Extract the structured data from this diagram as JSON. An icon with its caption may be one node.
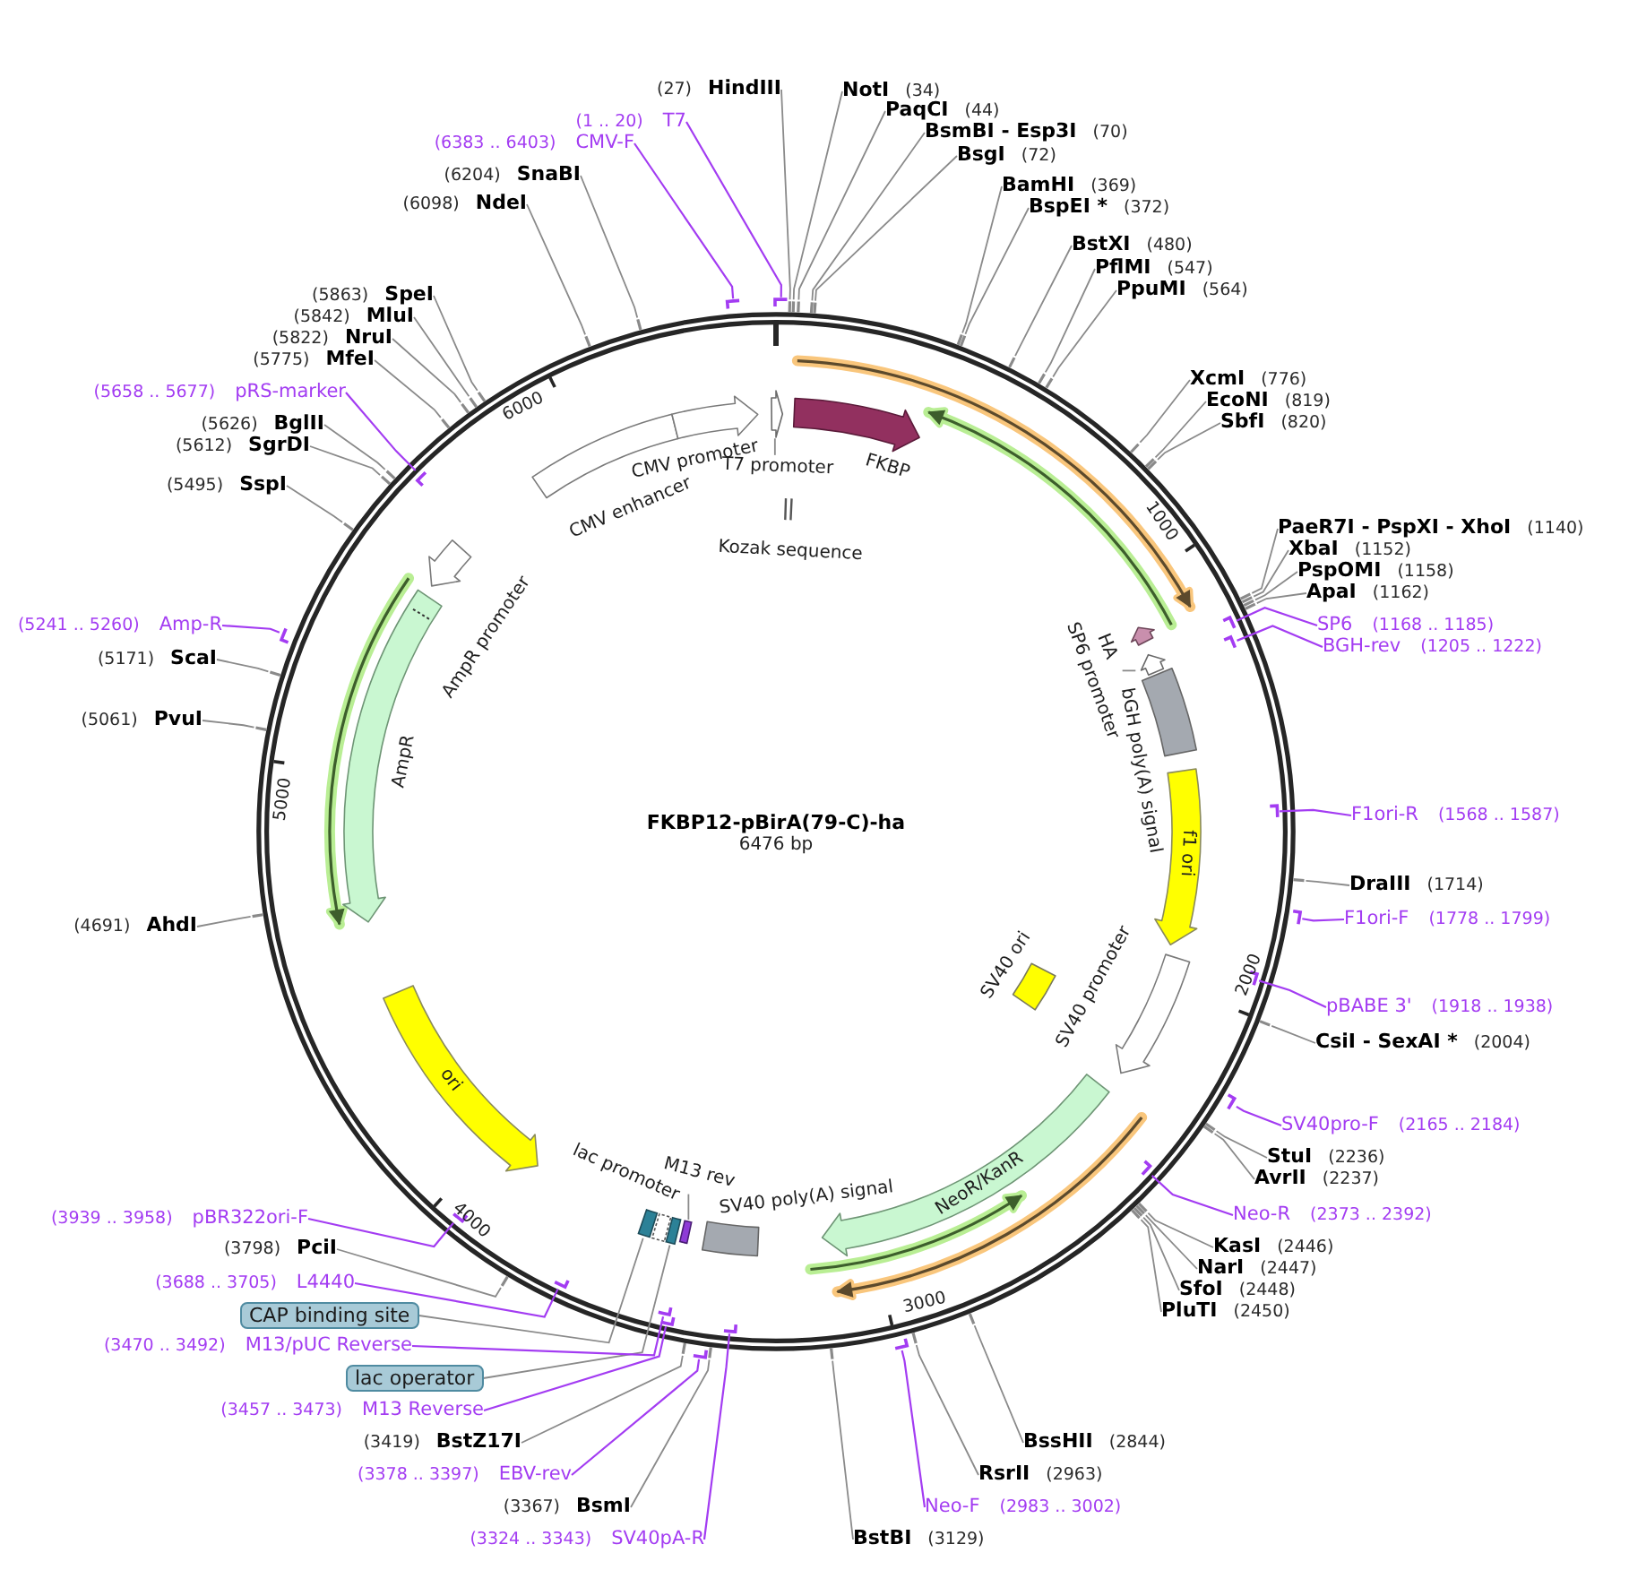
{
  "diagram": {
    "title": "FKBP12-pBirA(79-C)-ha",
    "nodes": [
      {
        "text": [
          "(27)",
          "HindIII"
        ]
      },
      {
        "text": [],
        "shape": "tick"
      },
      {
        "text": [
          "NotI",
          "(34)"
        ]
      },
      {
        "text": [],
        "shape": "tick"
      },
      {
        "text": [
          "PaqCI",
          "(44)"
        ]
      },
      {
        "text": [],
        "shape": "tick"
      },
      {
        "text": [
          "BsmBI - Esp3I",
          "(70)"
        ]
      },
      {
        "text": [],
        "shape": "tick"
      },
      {
        "text": [
          "BsgI",
          "(72)"
        ]
      },
      {
        "text": [],
        "shape": "tick"
      },
      {
        "text": [
          "BamHI",
          "(369)"
        ]
      },
      {
        "text": [],
        "shape": "tick"
      },
      {
        "text": [
          "BspEI *",
          "(372)"
        ]
      },
      {
        "text": [],
        "shape": "tick"
      },
      {
        "text": [
          "BstXI",
          "(480)"
        ]
      },
      {
        "text": [],
        "shape": "tick"
      },
      {
        "text": [
          "PflMI",
          "(547)"
        ]
      },
      {
        "text": [],
        "shape": "tick"
      },
      {
        "text": [
          "PpuMI",
          "(564)"
        ]
      },
      {
        "text": [],
        "shape": "tick"
      },
      {
        "text": [
          "XcmI",
          "(776)"
        ]
      },
      {
        "text": [],
        "shape": "tick"
      },
      {
        "text": [
          "EcoNI",
          "(819)"
        ]
      },
      {
        "text": [],
        "shape": "tick"
      },
      {
        "text": [
          "SbfI",
          "(820)"
        ]
      },
      {
        "text": [],
        "shape": "tick"
      },
      {
        "text": [
          "PaeR7I - PspXI - XhoI",
          "(1140)"
        ]
      },
      {
        "text": [],
        "shape": "tick"
      },
      {
        "text": [
          "XbaI",
          "(1152)"
        ]
      },
      {
        "text": [],
        "shape": "tick"
      },
      {
        "text": [
          "PspOMI",
          "(1158)"
        ]
      },
      {
        "text": [],
        "shape": "tick"
      },
      {
        "text": [
          "ApaI",
          "(1162)"
        ]
      },
      {
        "text": [],
        "shape": "tick"
      },
      {
        "text": [
          "SP6",
          "(1168 .. 1185)"
        ]
      },
      {
        "text": [],
        "shape": "bar"
      },
      {
        "text": [
          "BGH-rev",
          "(1205 .. 1222)"
        ]
      },
      {
        "text": [],
        "shape": "bar"
      },
      {
        "text": [
          "F1ori-R",
          "(1568 .. 1587)"
        ]
      },
      {
        "text": [],
        "shape": "bar"
      },
      {
        "text": [
          "DraIII",
          "(1714)"
        ]
      },
      {
        "text": [],
        "shape": "tick"
      },
      {
        "text": [
          "F1ori-F",
          "(1778 .. 1799)"
        ]
      },
      {
        "text": [],
        "shape": "bar"
      },
      {
        "text": [
          "pBABE 3'",
          "(1918 .. 1938)"
        ]
      },
      {
        "text": [],
        "shape": "bar"
      },
      {
        "text": [
          "CsiI - SexAI *",
          "(2004)"
        ]
      },
      {
        "text": [],
        "shape": "tick"
      },
      {
        "text": [
          "SV40pro-F",
          "(2165 .. 2184)"
        ]
      },
      {
        "text": [],
        "shape": "bar"
      },
      {
        "text": [
          "StuI",
          "(2236)"
        ]
      },
      {
        "text": [],
        "shape": "tick"
      },
      {
        "text": [
          "AvrII",
          "(2237)"
        ]
      },
      {
        "text": [],
        "shape": "tick"
      },
      {
        "text": [
          "Neo-R",
          "(2373 .. 2392)"
        ]
      },
      {
        "text": [],
        "shape": "bar"
      },
      {
        "text": [
          "KasI",
          "(2446)"
        ]
      },
      {
        "text": [],
        "shape": "tick"
      },
      {
        "text": [
          "NarI",
          "(2447)"
        ]
      },
      {
        "text": [],
        "shape": "tick"
      },
      {
        "text": [
          "SfoI",
          "(2448)"
        ]
      },
      {
        "text": [],
        "shape": "tick"
      },
      {
        "text": [
          "PluTI",
          "(2450)"
        ]
      },
      {
        "text": [],
        "shape": "tick"
      },
      {
        "text": [
          "BssHII",
          "(2844)"
        ]
      },
      {
        "text": [],
        "shape": "tick"
      },
      {
        "text": [
          "RsrII",
          "(2963)"
        ]
      },
      {
        "text": [],
        "shape": "tick"
      },
      {
        "text": [
          "Neo-F",
          "(2983 .. 3002)"
        ]
      },
      {
        "text": [],
        "shape": "bar"
      },
      {
        "text": [
          "BstBI",
          "(3129)"
        ]
      },
      {
        "text": [],
        "shape": "tick"
      },
      {
        "text": [
          "(3324 .. 3343)",
          "SV40pA-R"
        ]
      },
      {
        "text": [],
        "shape": "bar"
      },
      {
        "text": [
          "(3367)",
          "BsmI"
        ]
      },
      {
        "text": [],
        "shape": "tick"
      },
      {
        "text": [
          "(3378 .. 3397)",
          "EBV-rev"
        ]
      },
      {
        "text": [],
        "shape": "bar"
      },
      {
        "text": [
          "(3419)",
          "BstZ17I"
        ]
      },
      {
        "text": [],
        "shape": "tick"
      },
      {
        "text": [
          "(3457 .. 3473)",
          "M13 Reverse"
        ]
      },
      {
        "text": [],
        "shape": "bar"
      },
      {
        "text": [
          "lac operator"
        ]
      },
      {
        "text": [
          "(3470 .. 3492)",
          "M13/pUC Reverse"
        ]
      },
      {
        "text": [],
        "shape": "bar"
      },
      {
        "text": [
          "CAP binding site"
        ]
      },
      {
        "text": [
          "(3688 .. 3705)",
          "L4440"
        ]
      },
      {
        "text": [],
        "shape": "bar"
      },
      {
        "text": [
          "(3798)",
          "PciI"
        ]
      },
      {
        "text": [],
        "shape": "tick"
      },
      {
        "text": [
          "(3939 .. 3958)",
          "pBR322ori-F"
        ]
      },
      {
        "text": [],
        "shape": "bar"
      },
      {
        "text": [
          "(4691)",
          "AhdI"
        ]
      },
      {
        "text": [],
        "shape": "tick"
      },
      {
        "text": [
          "(5061)",
          "PvuI"
        ]
      },
      {
        "text": [],
        "shape": "tick"
      },
      {
        "text": [
          "(5171)",
          "ScaI"
        ]
      },
      {
        "text": [],
        "shape": "tick"
      },
      {
        "text": [
          "(5241 .. 5260)",
          "Amp-R"
        ]
      },
      {
        "text": [],
        "shape": "bar"
      },
      {
        "text": [
          "(5495)",
          "SspI"
        ]
      },
      {
        "text": [],
        "shape": "tick"
      },
      {
        "text": [
          "(5612)",
          "SgrDI"
        ]
      },
      {
        "text": [],
        "shape": "tick"
      },
      {
        "text": [
          "(5626)",
          "BglII"
        ]
      },
      {
        "text": [],
        "shape": "tick"
      },
      {
        "text": [
          "(5658 .. 5677)",
          "pRS-marker"
        ]
      },
      {
        "text": [],
        "shape": "bar"
      },
      {
        "text": [
          "(5775)",
          "MfeI"
        ]
      },
      {
        "text": [],
        "shape": "tick"
      },
      {
        "text": [
          "(5822)",
          "NruI"
        ]
      },
      {
        "text": [],
        "shape": "tick"
      },
      {
        "text": [
          "(5842)",
          "MluI"
        ]
      },
      {
        "text": [],
        "shape": "tick"
      },
      {
        "text": [
          "(5863)",
          "SpeI"
        ]
      },
      {
        "text": [],
        "shape": "tick"
      },
      {
        "text": [
          "(6098)",
          "NdeI"
        ]
      },
      {
        "text": [],
        "shape": "tick"
      },
      {
        "text": [
          "(6204)",
          "SnaBI"
        ]
      },
      {
        "text": [],
        "shape": "tick"
      },
      {
        "text": [
          "(6383 .. 6403)",
          "CMV-F"
        ]
      },
      {
        "text": [],
        "shape": "bar"
      },
      {
        "text": [
          "(1 .. 20)",
          "T7"
        ]
      },
      {
        "text": [],
        "shape": "bar"
      },
      {
        "text": [
          "CMV enhancer"
        ]
      },
      {
        "text": [
          "CMV promoter"
        ]
      },
      {
        "text": [
          "T7 promoter"
        ]
      },
      {
        "text": [],
        "shape": "arrow"
      },
      {
        "text": [
          "Kozak sequence"
        ]
      },
      {
        "text": [
          "FKBP"
        ]
      },
      {
        "text": [
          "HA"
        ]
      },
      {
        "text": [
          "SP6 promoter"
        ]
      },
      {
        "text": [],
        "shape": "arrow"
      },
      {
        "text": [
          "bGH poly(A) signal"
        ]
      },
      {
        "text": [
          "f1 ori"
        ]
      },
      {
        "text": [
          "SV40 promoter"
        ]
      },
      {
        "text": [
          "SV40 ori"
        ]
      },
      {
        "text": [
          "NeoR/KanR"
        ]
      },
      {
        "text": [
          "SV40 poly(A) signal"
        ]
      },
      {
        "text": [
          "M13 rev"
        ]
      },
      {
        "text": [],
        "shape": "box"
      },
      {
        "text": [],
        "shape": "box"
      },
      {
        "text": [
          "lac promoter"
        ]
      },
      {
        "text": [],
        "shape": "box"
      },
      {
        "text": [
          "ori"
        ]
      },
      {
        "text": [
          "AmpR"
        ]
      },
      {
        "text": [
          "AmpR promoter"
        ]
      }
    ],
    "edges": [
      {
        "from": 0,
        "to": 1,
        "arrow": "none"
      },
      {
        "from": 2,
        "to": 3,
        "arrow": "none"
      },
      {
        "from": 4,
        "to": 5,
        "arrow": "none"
      },
      {
        "from": 6,
        "to": 7,
        "arrow": "none"
      },
      {
        "from": 8,
        "to": 9,
        "arrow": "none"
      },
      {
        "from": 10,
        "to": 11,
        "arrow": "none"
      },
      {
        "from": 12,
        "to": 13,
        "arrow": "none"
      },
      {
        "from": 14,
        "to": 15,
        "arrow": "none"
      },
      {
        "from": 16,
        "to": 17,
        "arrow": "none"
      },
      {
        "from": 18,
        "to": 19,
        "arrow": "none"
      },
      {
        "from": 20,
        "to": 21,
        "arrow": "none"
      },
      {
        "from": 22,
        "to": 23,
        "arrow": "none"
      },
      {
        "from": 24,
        "to": 25,
        "arrow": "none"
      },
      {
        "from": 26,
        "to": 27,
        "arrow": "none"
      },
      {
        "from": 28,
        "to": 29,
        "arrow": "none"
      },
      {
        "from": 30,
        "to": 31,
        "arrow": "none"
      },
      {
        "from": 32,
        "to": 33,
        "arrow": "none"
      },
      {
        "from": 34,
        "to": 35,
        "arrow": "none",
        "color": "#a33cf2"
      },
      {
        "from": 36,
        "to": 37,
        "arrow": "none",
        "color": "#a33cf2"
      },
      {
        "from": 38,
        "to": 39,
        "arrow": "none",
        "color": "#a33cf2"
      },
      {
        "from": 40,
        "to": 41,
        "arrow": "none"
      },
      {
        "from": 42,
        "to": 43,
        "arrow": "none",
        "color": "#a33cf2"
      },
      {
        "from": 44,
        "to": 45,
        "arrow": "none",
        "color": "#a33cf2"
      },
      {
        "from": 46,
        "to": 47,
        "arrow": "none"
      },
      {
        "from": 48,
        "to": 49,
        "arrow": "none",
        "color": "#a33cf2"
      },
      {
        "from": 50,
        "to": 51,
        "arrow": "none"
      },
      {
        "from": 52,
        "to": 53,
        "arrow": "none"
      },
      {
        "from": 54,
        "to": 55,
        "arrow": "none",
        "color": "#a33cf2"
      },
      {
        "from": 56,
        "to": 57,
        "arrow": "none"
      },
      {
        "from": 58,
        "to": 59,
        "arrow": "none"
      },
      {
        "from": 60,
        "to": 61,
        "arrow": "none"
      },
      {
        "from": 62,
        "to": 63,
        "arrow": "none"
      },
      {
        "from": 64,
        "to": 65,
        "arrow": "none"
      },
      {
        "from": 66,
        "to": 67,
        "arrow": "none"
      },
      {
        "from": 68,
        "to": 69,
        "arrow": "none",
        "color": "#a33cf2"
      },
      {
        "from": 70,
        "to": 71,
        "arrow": "none"
      },
      {
        "from": 72,
        "to": 73,
        "arrow": "none",
        "color": "#a33cf2"
      },
      {
        "from": 74,
        "to": 75,
        "arrow": "none"
      },
      {
        "from": 76,
        "to": 77,
        "arrow": "none",
        "color": "#a33cf2"
      },
      {
        "from": 78,
        "to": 79,
        "arrow": "none"
      },
      {
        "from": 80,
        "to": 81,
        "arrow": "none",
        "color": "#a33cf2"
      },
      {
        "from": 82,
        "to": 141,
        "arrow": "none"
      },
      {
        "from": 83,
        "to": 84,
        "arrow": "none",
        "color": "#a33cf2"
      },
      {
        "from": 85,
        "to": 143,
        "arrow": "none"
      },
      {
        "from": 86,
        "to": 87,
        "arrow": "none",
        "color": "#a33cf2"
      },
      {
        "from": 88,
        "to": 89,
        "arrow": "none"
      },
      {
        "from": 90,
        "to": 91,
        "arrow": "none",
        "color": "#a33cf2"
      },
      {
        "from": 92,
        "to": 93,
        "arrow": "none"
      },
      {
        "from": 94,
        "to": 95,
        "arrow": "none"
      },
      {
        "from": 96,
        "to": 97,
        "arrow": "none"
      },
      {
        "from": 98,
        "to": 99,
        "arrow": "none",
        "color": "#a33cf2"
      },
      {
        "from": 100,
        "to": 101,
        "arrow": "none"
      },
      {
        "from": 102,
        "to": 103,
        "arrow": "none"
      },
      {
        "from": 104,
        "to": 105,
        "arrow": "none"
      },
      {
        "from": 106,
        "to": 107,
        "arrow": "none",
        "color": "#a33cf2"
      },
      {
        "from": 108,
        "to": 109,
        "arrow": "none"
      },
      {
        "from": 110,
        "to": 111,
        "arrow": "none"
      },
      {
        "from": 112,
        "to": 113,
        "arrow": "none"
      },
      {
        "from": 114,
        "to": 115,
        "arrow": "none"
      },
      {
        "from": 116,
        "to": 117,
        "arrow": "none"
      },
      {
        "from": 118,
        "to": 119,
        "arrow": "none"
      },
      {
        "from": 120,
        "to": 121,
        "arrow": "none",
        "color": "#a33cf2"
      },
      {
        "from": 122,
        "to": 123,
        "arrow": "none",
        "color": "#a33cf2"
      },
      {
        "from": 126,
        "to": 127,
        "arrow": "none"
      },
      {
        "from": 131,
        "to": 132,
        "arrow": "none"
      },
      {
        "from": 139,
        "to": 140,
        "arrow": "none"
      }
    ],
    "labels": [
      "6476 bp",
      "1000",
      "2000",
      "3000",
      "4000",
      "5000",
      "6000"
    ]
  }
}
